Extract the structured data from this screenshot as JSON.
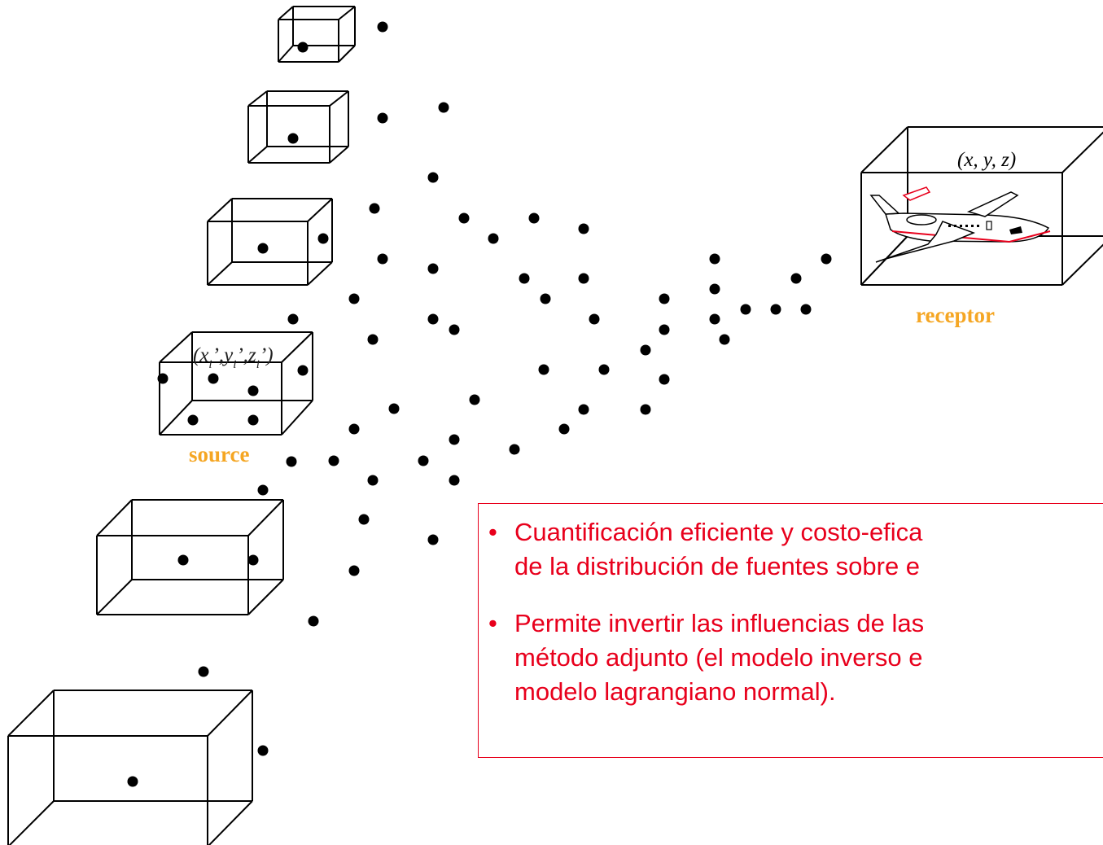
{
  "labels": {
    "receptor": "receptor",
    "receptor_coords": "(x, y, z)",
    "source": "source",
    "source_coords": {
      "open": "(x",
      "sub1": "i",
      "mid1": "’,y",
      "sub2": "i",
      "mid2": "’,z",
      "sub3": "i",
      "close": "’)"
    }
  },
  "bullets": [
    {
      "lines": [
        "Cuantificación eficiente y costo-efica",
        "de la distribución de fuentes sobre e"
      ]
    },
    {
      "lines": [
        "Permite invertir las influencias de las",
        "método adjunto (el modelo inverso e",
        "modelo lagrangiano normal)."
      ]
    }
  ],
  "colors": {
    "label_orange": "#f5a623",
    "bullet_red": "#e8001c",
    "line": "#000000"
  },
  "icons": {
    "receptor": "jet-airplane-icon"
  }
}
